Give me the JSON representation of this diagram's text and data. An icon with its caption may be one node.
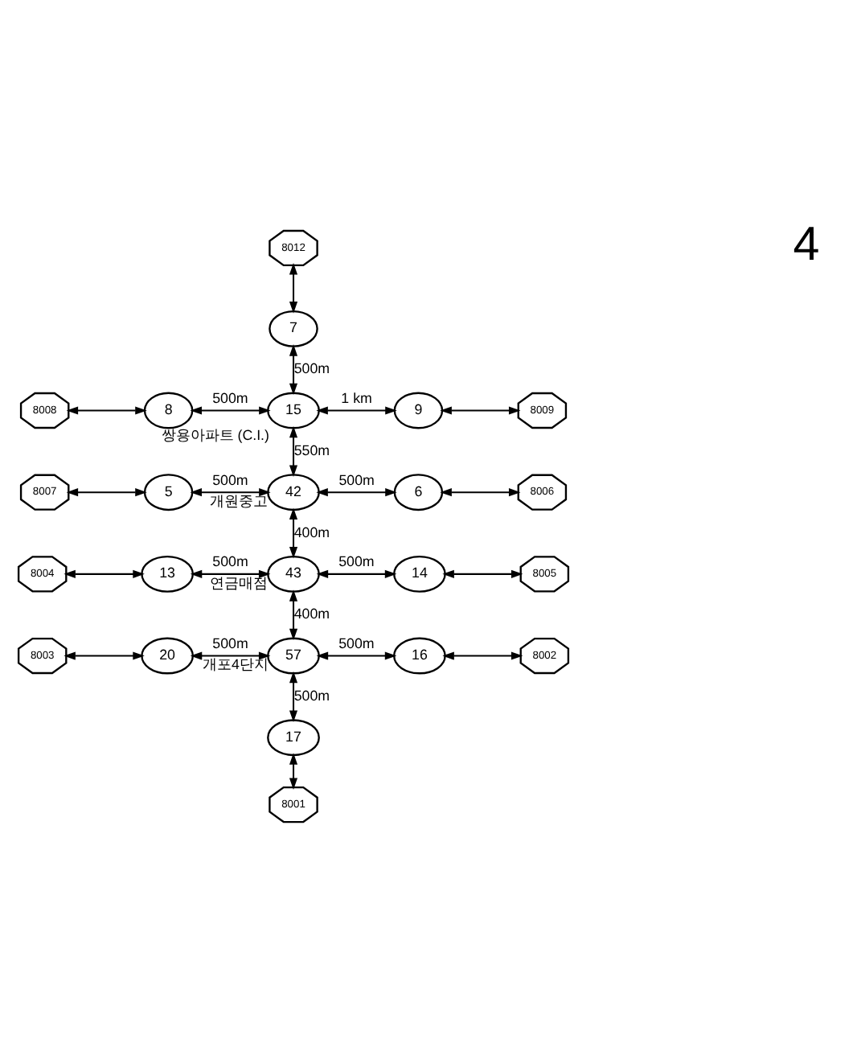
{
  "diagram": {
    "nodes": [
      {
        "text": [
          "8012"
        ]
      },
      {
        "text": [
          "7"
        ]
      },
      {
        "text": [
          "8008"
        ]
      },
      {
        "text": [
          "8"
        ]
      },
      {
        "text": [
          "15"
        ],
        "beside": [
          "쌍용아파트 (C.I.)"
        ]
      },
      {
        "text": [
          "9"
        ]
      },
      {
        "text": [
          "8009"
        ]
      },
      {
        "text": [
          "8007"
        ]
      },
      {
        "text": [
          "5"
        ]
      },
      {
        "text": [
          "42"
        ],
        "beside": [
          "개원중고"
        ]
      },
      {
        "text": [
          "6"
        ]
      },
      {
        "text": [
          "8006"
        ]
      },
      {
        "text": [
          "8004"
        ]
      },
      {
        "text": [
          "13"
        ]
      },
      {
        "text": [
          "43"
        ],
        "beside": [
          "연금매점"
        ]
      },
      {
        "text": [
          "14"
        ]
      },
      {
        "text": [
          "8005"
        ]
      },
      {
        "text": [
          "8003"
        ]
      },
      {
        "text": [
          "20"
        ]
      },
      {
        "text": [
          "57"
        ],
        "beside": [
          "개포4단지"
        ]
      },
      {
        "text": [
          "16"
        ]
      },
      {
        "text": [
          "8002"
        ]
      },
      {
        "text": [
          "17"
        ]
      },
      {
        "text": [
          "8001"
        ]
      }
    ],
    "edges": [
      {
        "from": 0,
        "to": 1,
        "arrow": "both"
      },
      {
        "from": 1,
        "to": 4,
        "arrow": "both",
        "label": "500m"
      },
      {
        "from": 2,
        "to": 3,
        "arrow": "both"
      },
      {
        "from": 3,
        "to": 4,
        "arrow": "both",
        "label": "500m"
      },
      {
        "from": 4,
        "to": 5,
        "arrow": "both",
        "label": "1 km"
      },
      {
        "from": 5,
        "to": 6,
        "arrow": "both"
      },
      {
        "from": 4,
        "to": 9,
        "arrow": "both",
        "label": "550m"
      },
      {
        "from": 7,
        "to": 8,
        "arrow": "both"
      },
      {
        "from": 8,
        "to": 9,
        "arrow": "both",
        "label": "500m"
      },
      {
        "from": 9,
        "to": 10,
        "arrow": "both",
        "label": "500m"
      },
      {
        "from": 10,
        "to": 11,
        "arrow": "both"
      },
      {
        "from": 9,
        "to": 14,
        "arrow": "both",
        "label": "400m"
      },
      {
        "from": 12,
        "to": 13,
        "arrow": "both"
      },
      {
        "from": 13,
        "to": 14,
        "arrow": "both",
        "label": "500m"
      },
      {
        "from": 14,
        "to": 15,
        "arrow": "both",
        "label": "500m"
      },
      {
        "from": 15,
        "to": 16,
        "arrow": "both"
      },
      {
        "from": 14,
        "to": 19,
        "arrow": "both",
        "label": "400m"
      },
      {
        "from": 17,
        "to": 18,
        "arrow": "both"
      },
      {
        "from": 18,
        "to": 19,
        "arrow": "both",
        "label": "500m"
      },
      {
        "from": 19,
        "to": 20,
        "arrow": "both",
        "label": "500m"
      },
      {
        "from": 20,
        "to": 21,
        "arrow": "both"
      },
      {
        "from": 19,
        "to": 22,
        "arrow": "both",
        "label": "500m"
      },
      {
        "from": 22,
        "to": 23,
        "arrow": "both"
      }
    ],
    "labels": [
      "4"
    ]
  }
}
